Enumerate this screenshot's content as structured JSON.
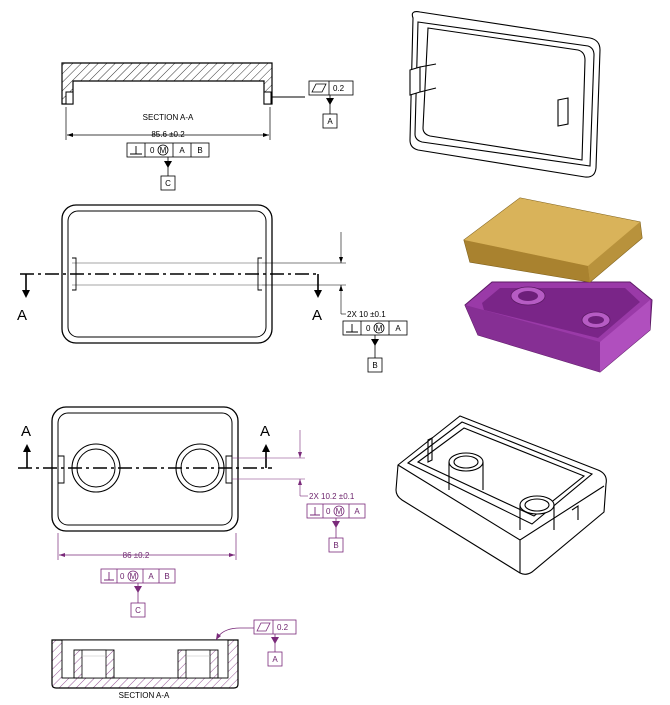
{
  "colors": {
    "lid": "#000000",
    "base": "#7a2a7a",
    "lid_shaded": "#c9a24a",
    "base_shaded": "#a23fb0"
  },
  "lid_view": {
    "section_title": "SECTION A-A",
    "width_dim": "85.6 ±0.2",
    "flatness": {
      "tol": "0.2",
      "datum": "A"
    },
    "perp": {
      "tol": "0",
      "mod": "M",
      "d1": "A",
      "d2": "B",
      "datum": "C"
    },
    "cut_label_left": "A",
    "cut_label_right": "A",
    "slot_dim": "2X 10 ±0.1",
    "slot_perp": {
      "tol": "0",
      "mod": "M",
      "d1": "A",
      "datum": "B"
    }
  },
  "base_view": {
    "cut_label_left": "A",
    "cut_label_right": "A",
    "slot_dim": "2X 10.2 ±0.1",
    "slot_perp": {
      "tol": "0",
      "mod": "M",
      "d1": "A",
      "datum": "B"
    },
    "width_dim": "86 ±0.2",
    "perp": {
      "tol": "0",
      "mod": "M",
      "d1": "A",
      "d2": "B",
      "datum": "C"
    },
    "flatness": {
      "tol": "0.2",
      "datum": "A"
    },
    "section_title": "SECTION A-A"
  }
}
